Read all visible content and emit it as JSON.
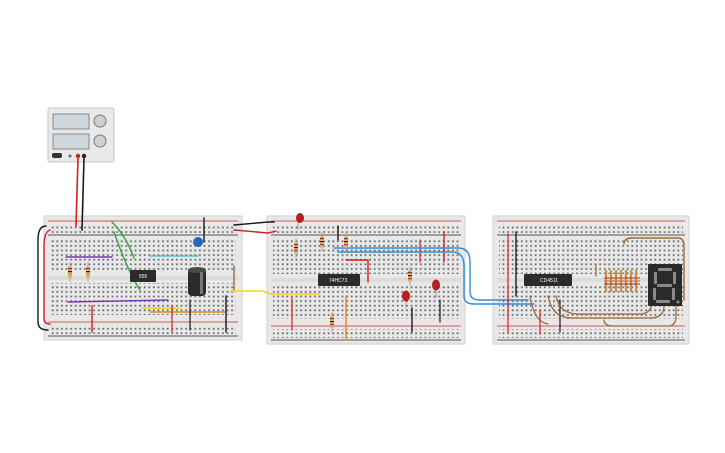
{
  "power_supply": {
    "name": "dc-power-supply"
  },
  "boards": [
    {
      "id": "board-left"
    },
    {
      "id": "board-middle"
    },
    {
      "id": "board-right"
    }
  ],
  "chips": [
    {
      "id": "timer-chip",
      "label": "555"
    },
    {
      "id": "counter-chip",
      "label": "74HC73"
    },
    {
      "id": "decoder-chip",
      "label": "CD4511"
    }
  ],
  "display": {
    "name": "seven-segment-display",
    "digit": "8"
  },
  "colors": {
    "board": "#e8e8e8",
    "hole": "#5a5a5a",
    "rail_red": "#cc2a2a",
    "rail_black": "#222222",
    "wire_red": "#d41f1f",
    "wire_black": "#1b1b1b",
    "wire_yellow": "#f2d51a",
    "wire_blue": "#2f8ed8",
    "wire_cyan": "#3fb6d8",
    "wire_green": "#33a43a",
    "wire_purple": "#7a36b8",
    "wire_brown": "#9c6a3a",
    "wire_orange": "#e08a1e",
    "chip": "#2b2b2b",
    "led": "#b51f1f",
    "display_bg": "#2a2a2a",
    "display_seg": "#8a8a8a"
  }
}
